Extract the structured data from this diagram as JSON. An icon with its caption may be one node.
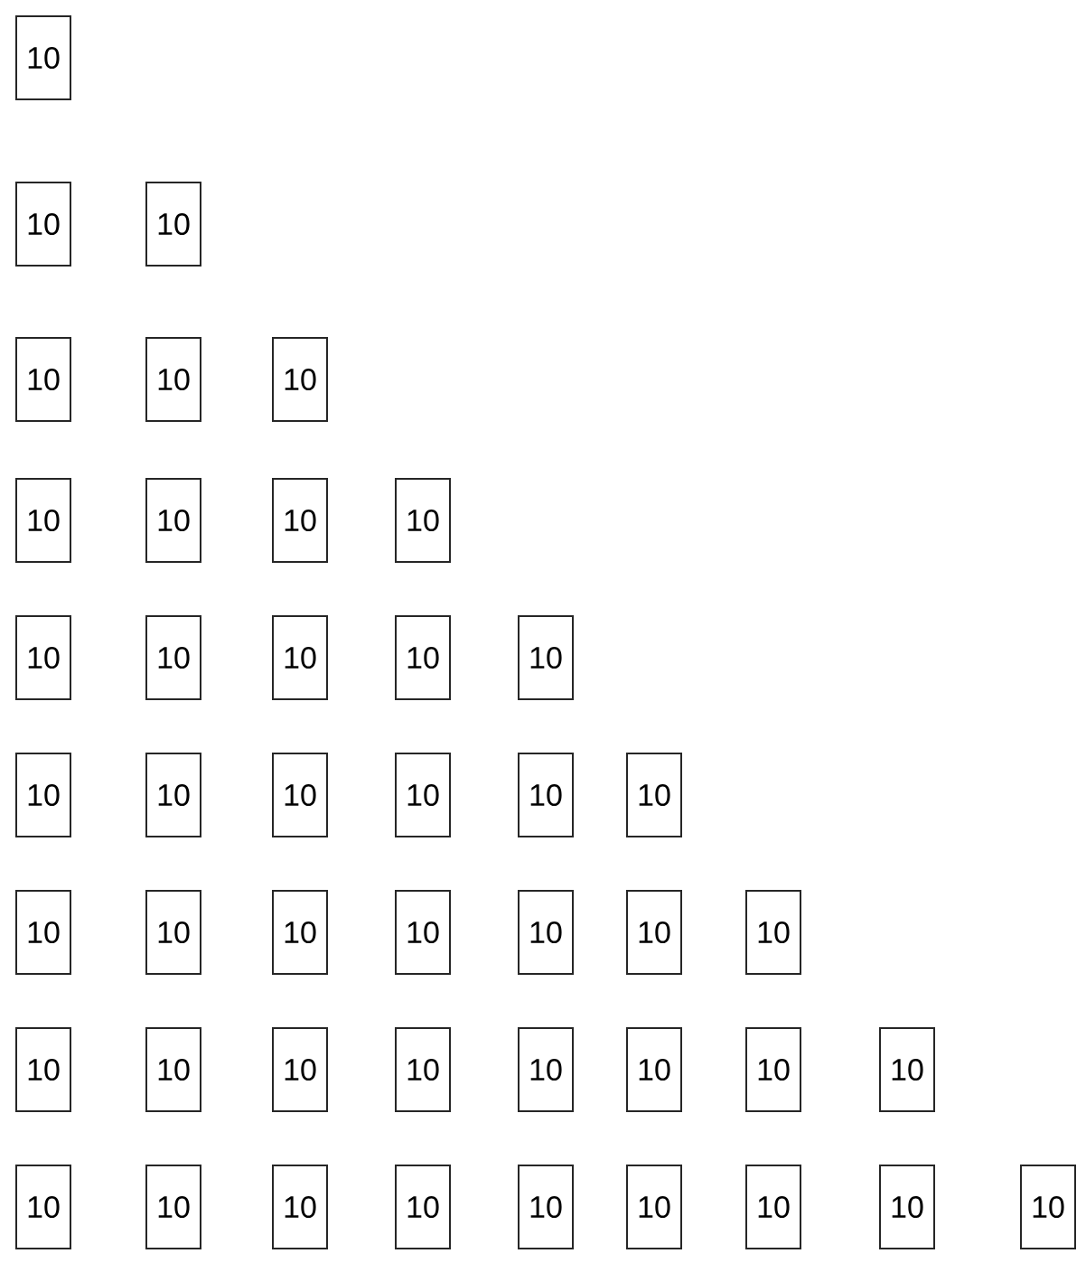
{
  "diagram": {
    "nodes": [
      {
        "text": [
          "10"
        ]
      },
      {
        "text": [
          "10"
        ]
      },
      {
        "text": [
          "10"
        ]
      },
      {
        "text": [
          "10"
        ]
      },
      {
        "text": [
          "10"
        ]
      },
      {
        "text": [
          "10"
        ]
      },
      {
        "text": [
          "10"
        ]
      },
      {
        "text": [
          "10"
        ]
      },
      {
        "text": [
          "10"
        ]
      },
      {
        "text": [
          "10"
        ]
      },
      {
        "text": [
          "10"
        ]
      },
      {
        "text": [
          "10"
        ]
      },
      {
        "text": [
          "10"
        ]
      },
      {
        "text": [
          "10"
        ]
      },
      {
        "text": [
          "10"
        ]
      },
      {
        "text": [
          "10"
        ]
      },
      {
        "text": [
          "10"
        ]
      },
      {
        "text": [
          "10"
        ]
      },
      {
        "text": [
          "10"
        ]
      },
      {
        "text": [
          "10"
        ]
      },
      {
        "text": [
          "10"
        ]
      },
      {
        "text": [
          "10"
        ]
      },
      {
        "text": [
          "10"
        ]
      },
      {
        "text": [
          "10"
        ]
      },
      {
        "text": [
          "10"
        ]
      },
      {
        "text": [
          "10"
        ]
      },
      {
        "text": [
          "10"
        ]
      },
      {
        "text": [
          "10"
        ]
      },
      {
        "text": [
          "10"
        ]
      },
      {
        "text": [
          "10"
        ]
      },
      {
        "text": [
          "10"
        ]
      },
      {
        "text": [
          "10"
        ]
      },
      {
        "text": [
          "10"
        ]
      },
      {
        "text": [
          "10"
        ]
      },
      {
        "text": [
          "10"
        ]
      },
      {
        "text": [
          "10"
        ]
      },
      {
        "text": [
          "10"
        ]
      },
      {
        "text": [
          "10"
        ]
      },
      {
        "text": [
          "10"
        ]
      },
      {
        "text": [
          "10"
        ]
      },
      {
        "text": [
          "10"
        ]
      },
      {
        "text": [
          "10"
        ]
      },
      {
        "text": [
          "10"
        ]
      },
      {
        "text": [
          "10"
        ]
      },
      {
        "text": [
          "10"
        ]
      }
    ]
  }
}
